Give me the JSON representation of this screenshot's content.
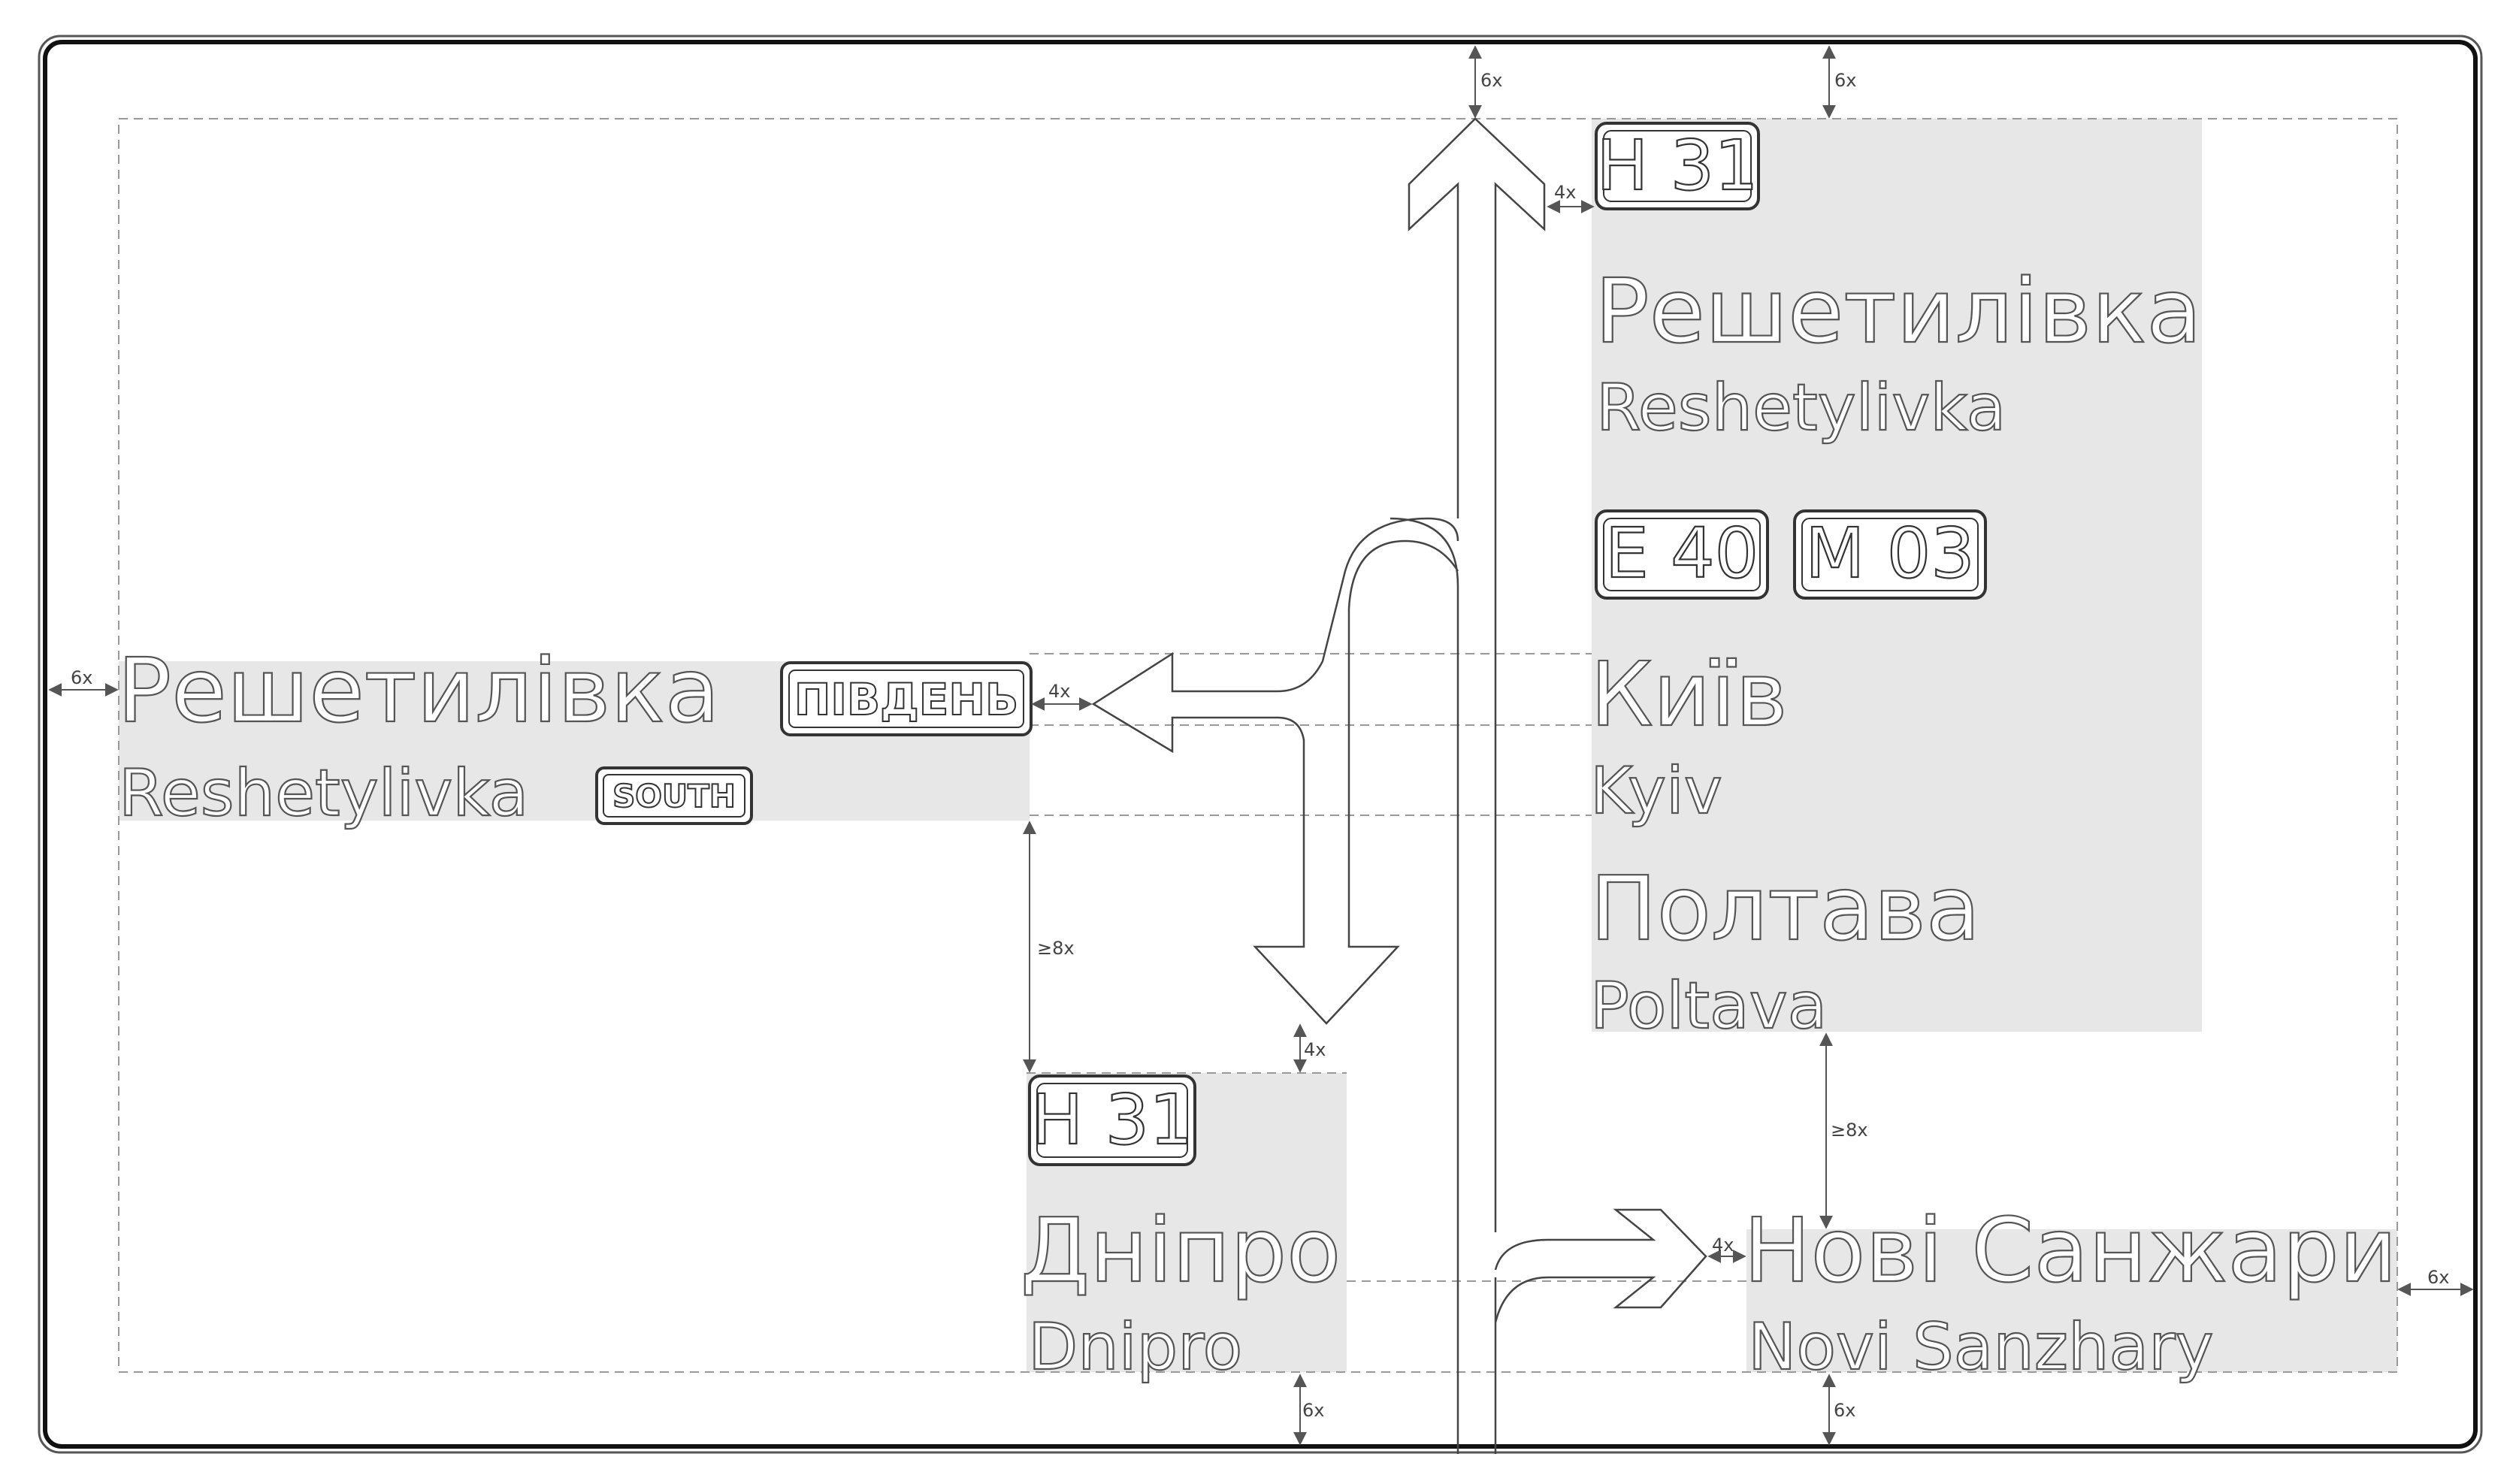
{
  "route_badges": {
    "top_right": "Н 31",
    "e_route": "E 40",
    "m_route": "М 03",
    "bottom_center": "Н 31"
  },
  "destinations": {
    "top_right_primary": {
      "ua": "Решетилівка",
      "en": "Reshetylivka"
    },
    "kyiv": {
      "ua": "Київ",
      "en": "Kyiv"
    },
    "poltava": {
      "ua": "Полтава",
      "en": "Poltava"
    },
    "left": {
      "ua": "Решетилівка",
      "en": "Reshetylivka",
      "dir_ua": "ПІВДЕНЬ",
      "dir_en": "SOUTH"
    },
    "dnipro": {
      "ua": "Дніпро",
      "en": "Dnipro"
    },
    "novi_sanzhary": {
      "ua": "Нові Санжари",
      "en": "Novi Sanzhary"
    }
  },
  "dimensions": {
    "top_arrow_gap": "6x",
    "top_right_gap": "6x",
    "badge_gap": "4x",
    "left_margin": "6x",
    "left_arrow_gap": "4x",
    "left_vertical_gap": "≥8x",
    "down_arrow_gap": "4x",
    "right_vertical_gap": "≥8x",
    "right_arrow_gap": "4x",
    "right_margin": "6x",
    "bottom_left_gap": "6x",
    "bottom_right_gap": "6x"
  }
}
